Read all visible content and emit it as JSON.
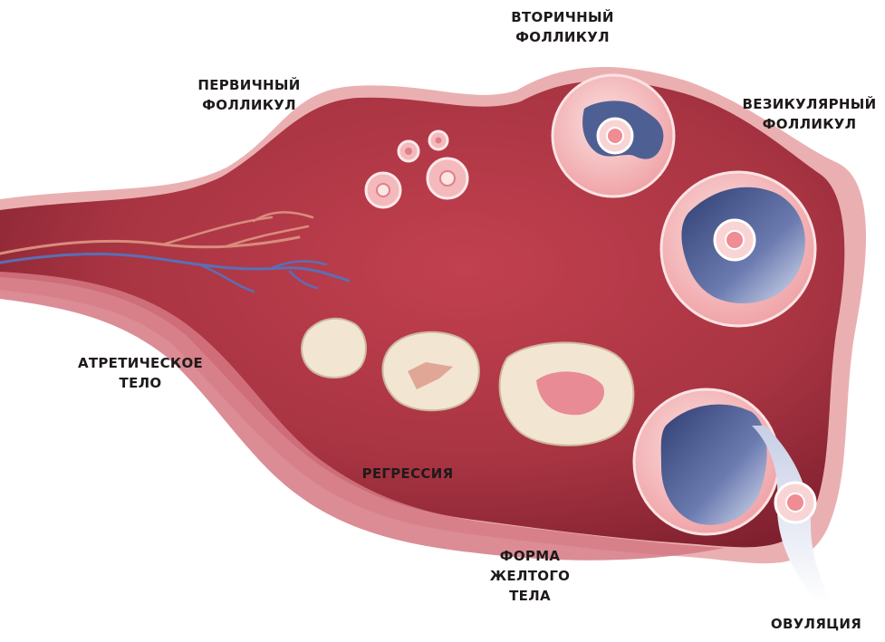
{
  "colors": {
    "background": "#ffffff",
    "ovary_outer": "#e9a7a9",
    "ovary_body": "#a83442",
    "ovary_shadow": "#7d1f2d",
    "follicle_ring": "#f6c9c9",
    "antrum": "#4e5f93",
    "corpus": "#f2e6d3",
    "vein": "#5a6fb5",
    "artery": "#d98c7c",
    "label": "#1f1a1a"
  },
  "labels": {
    "primary_follicle": [
      "ПЕРВИЧНЫЙ",
      "ФОЛЛИКУЛ"
    ],
    "secondary_follicle": [
      "ВТОРИЧНЫЙ",
      "ФОЛЛИКУЛ"
    ],
    "vesicular_follicle": [
      "ВЕЗИКУЛЯРНЫЙ",
      "ФОЛЛИКУЛ"
    ],
    "atretic_body": [
      "АТРЕТИЧЕСКОЕ",
      "ТЕЛО"
    ],
    "regression": [
      "РЕГРЕССИЯ"
    ],
    "corpus_luteum_form": [
      "ФОРМА",
      "ЖЕЛТОГО",
      "ТЕЛА"
    ],
    "ovulation": [
      "ОВУЛЯЦИЯ"
    ]
  }
}
